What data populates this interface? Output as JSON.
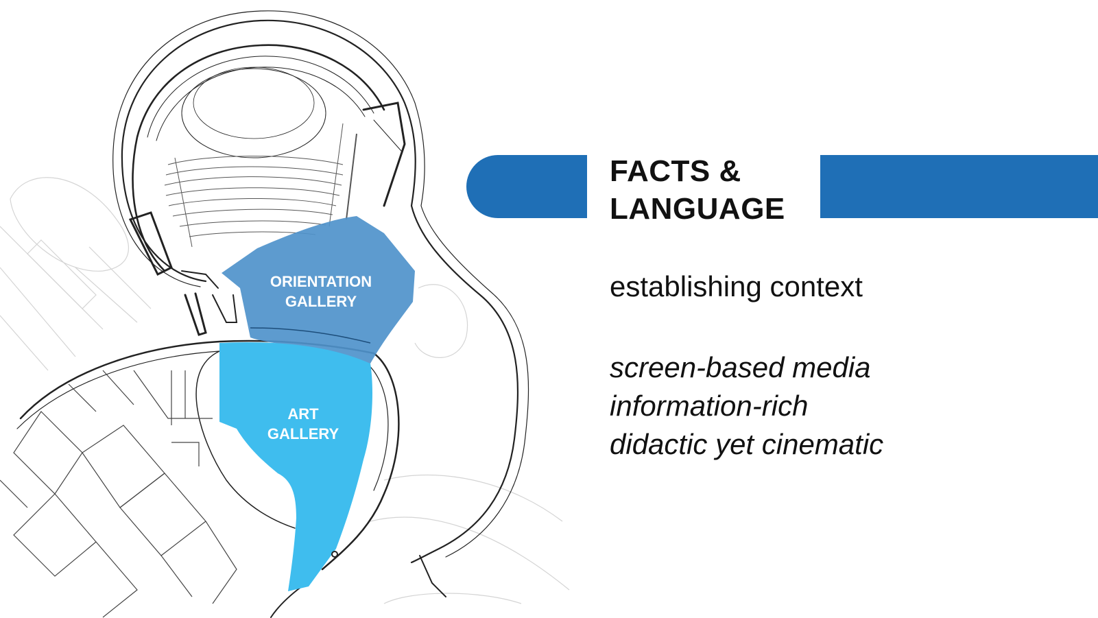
{
  "slide": {
    "title_line1": "FACTS &",
    "title_line2": "LANGUAGE",
    "subtitle": "establishing context",
    "traits": [
      "screen-based media",
      "information-rich",
      "didactic yet cinematic"
    ],
    "accent_color": "#1f6fb6"
  },
  "plan": {
    "orientation_label_line1": "ORIENTATION",
    "orientation_label_line2": "GALLERY",
    "orientation_color": "#4f93cb",
    "art_label_line1": "ART",
    "art_label_line2": "GALLERY",
    "art_color": "#3fbdee"
  }
}
